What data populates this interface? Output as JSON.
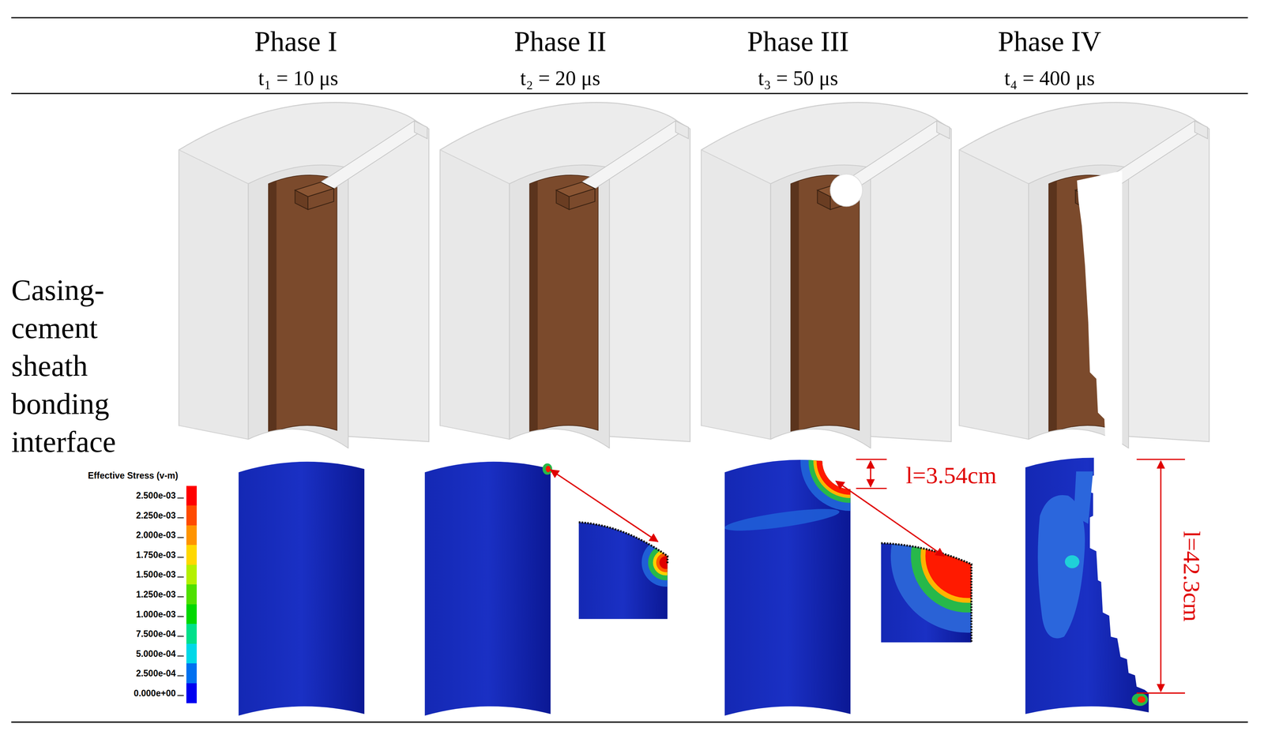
{
  "diagram": {
    "labels": [
      "Phase I",
      "t₁ = 10 μs",
      "Phase II",
      "t₂ = 20 μs",
      "Phase III",
      "t₃ = 50 μs",
      "Phase IV",
      "t₄ = 400 μs",
      "Casing-cement sheath bonding interface",
      "Effective Stress (v-m)",
      "l=3.54cm",
      "l=42.3cm"
    ],
    "legend": [
      {
        "text": "2.500e-03",
        "color": "#ff0000"
      },
      {
        "text": "2.250e-03",
        "color": "#ff4a00"
      },
      {
        "text": "2.000e-03",
        "color": "#ff9400"
      },
      {
        "text": "1.750e-03",
        "color": "#ffd800"
      },
      {
        "text": "1.500e-03",
        "color": "#b4f000"
      },
      {
        "text": "1.250e-03",
        "color": "#4ee000"
      },
      {
        "text": "1.000e-03",
        "color": "#00d800"
      },
      {
        "text": "7.500e-04",
        "color": "#00e08a"
      },
      {
        "text": "5.000e-04",
        "color": "#00d8e8"
      },
      {
        "text": "2.500e-04",
        "color": "#0070f0"
      },
      {
        "text": "0.000e+00",
        "color": "#0000f0"
      }
    ]
  }
}
